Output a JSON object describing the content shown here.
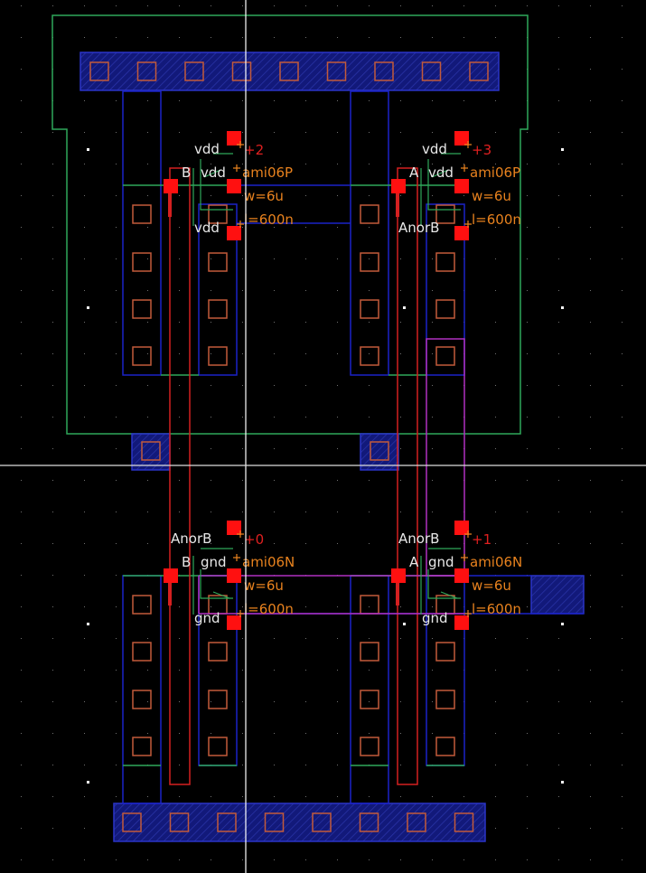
{
  "app": {
    "view": "layout-editor-canvas",
    "cell_description": "NOR gate layout"
  },
  "colors": {
    "background": "#000000",
    "grid_dot": "#8a8a8a",
    "nwell": "#2fa85a",
    "metal1": "#1a22c8",
    "metal1_fill": "#14207a",
    "poly": "#d42020",
    "contact": "#c25a3a",
    "metal2": "#b030c0",
    "pin_marker": "#ff1010",
    "label_white": "#e8e8e8",
    "label_orange": "#e8821e",
    "crosshair": "#ffffff"
  },
  "transistors": [
    {
      "id": "pmos-b",
      "index_label": "+2",
      "model": "ami06P",
      "width": "w=6u",
      "length": "l=600n",
      "gate_label": "B",
      "source_label": "vdd",
      "top_label": "vdd",
      "bottom_label": "vdd"
    },
    {
      "id": "pmos-a",
      "index_label": "+3",
      "model": "ami06P",
      "width": "w=6u",
      "length": "l=600n",
      "gate_label": "A",
      "source_label": "vdd",
      "top_label": "vdd",
      "bottom_label": "AnorB"
    },
    {
      "id": "nmos-b",
      "index_label": "+0",
      "model": "ami06N",
      "width": "w=6u",
      "length": "l=600n",
      "gate_label": "B",
      "source_label": "gnd",
      "top_label": "AnorB",
      "bottom_label": "gnd"
    },
    {
      "id": "nmos-a",
      "index_label": "+1",
      "model": "ami06N",
      "width": "w=6u",
      "length": "l=600n",
      "gate_label": "A",
      "source_label": "gnd",
      "top_label": "AnorB",
      "bottom_label": "gnd"
    }
  ],
  "rails": {
    "vdd_rail_contacts": 9,
    "gnd_rail_contacts": 8
  }
}
